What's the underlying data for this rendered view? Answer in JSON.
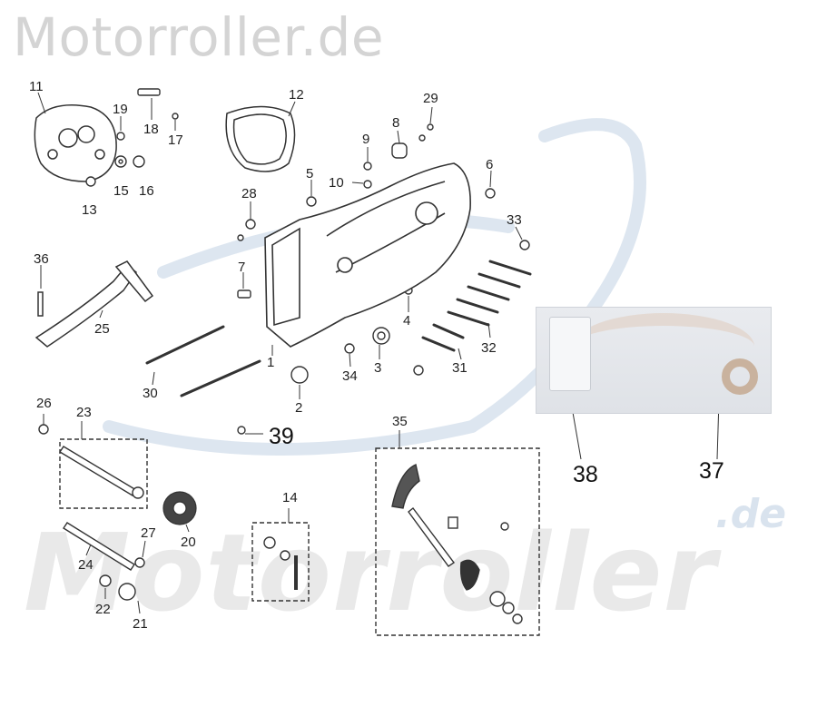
{
  "watermark": {
    "site_title": "Motorroller.de",
    "logo_main": "Motorroller",
    "logo_suffix": ".de"
  },
  "colors": {
    "line": "#333333",
    "label": "#222222",
    "watermark_gray": "#e9e9e9",
    "watermark_blue": "#d9e3ee"
  },
  "callouts": [
    "1",
    "2",
    "3",
    "4",
    "5",
    "6",
    "7",
    "8",
    "9",
    "10",
    "11",
    "12",
    "13",
    "14",
    "15",
    "16",
    "17",
    "18",
    "19",
    "20",
    "21",
    "22",
    "23",
    "24",
    "25",
    "26",
    "27",
    "28",
    "29",
    "30",
    "31",
    "32",
    "33",
    "34",
    "35",
    "36",
    "37",
    "38",
    "39"
  ],
  "photo": {
    "labels": [
      "38",
      "37"
    ]
  }
}
